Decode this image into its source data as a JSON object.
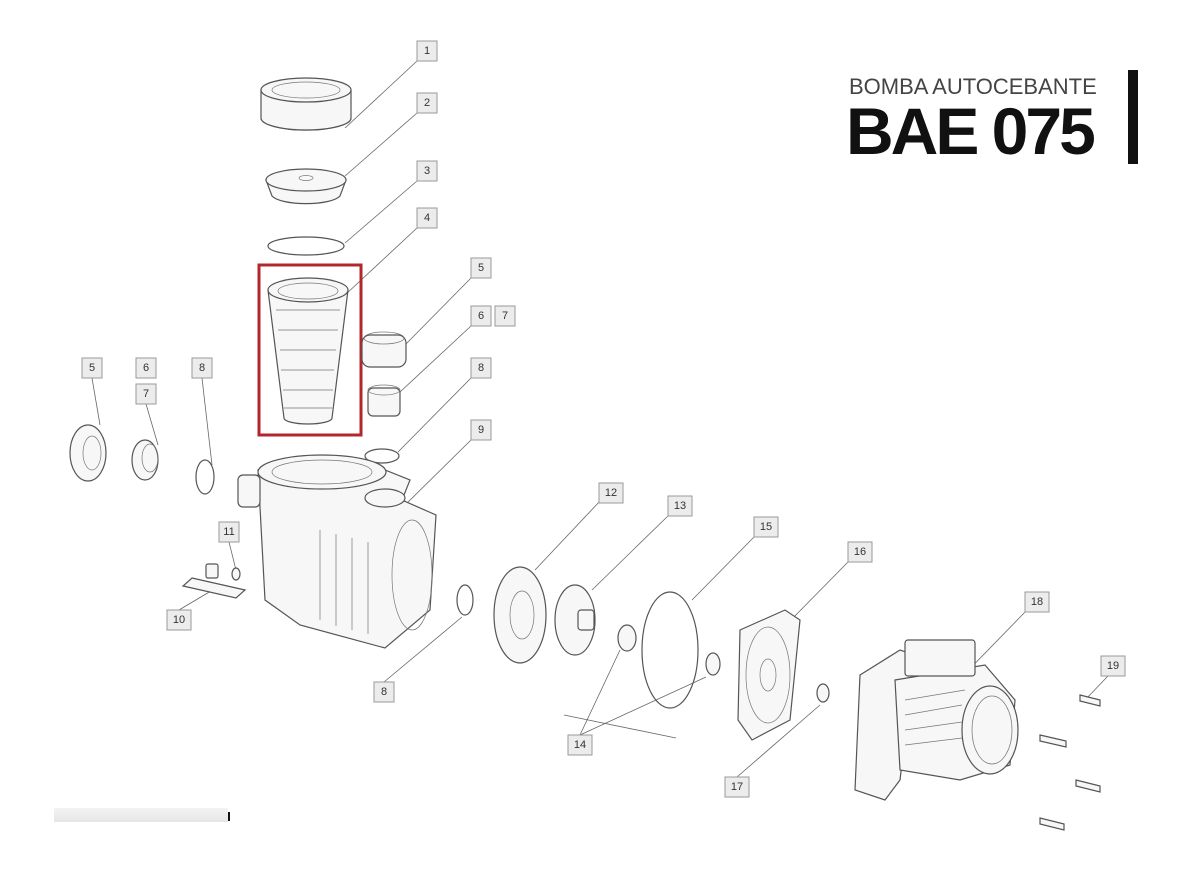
{
  "header": {
    "subtitle": "BOMBA AUTOCEBANTE",
    "model": "BAE 075"
  },
  "callouts": {
    "c1": "1",
    "c2": "2",
    "c3": "3",
    "c4": "4",
    "c5a": "5",
    "c67a6": "6",
    "c67a7": "7",
    "c8a": "8",
    "c9": "9",
    "c5b": "5",
    "c6b": "6",
    "c7b": "7",
    "c8b": "8",
    "c10": "10",
    "c11": "11",
    "c8c": "8",
    "c12": "12",
    "c13": "13",
    "c14": "14",
    "c15": "15",
    "c16": "16",
    "c17": "17",
    "c18": "18",
    "c19": "19"
  },
  "colors": {
    "highlight": "#b3262b",
    "callout_fill": "#ececec"
  }
}
